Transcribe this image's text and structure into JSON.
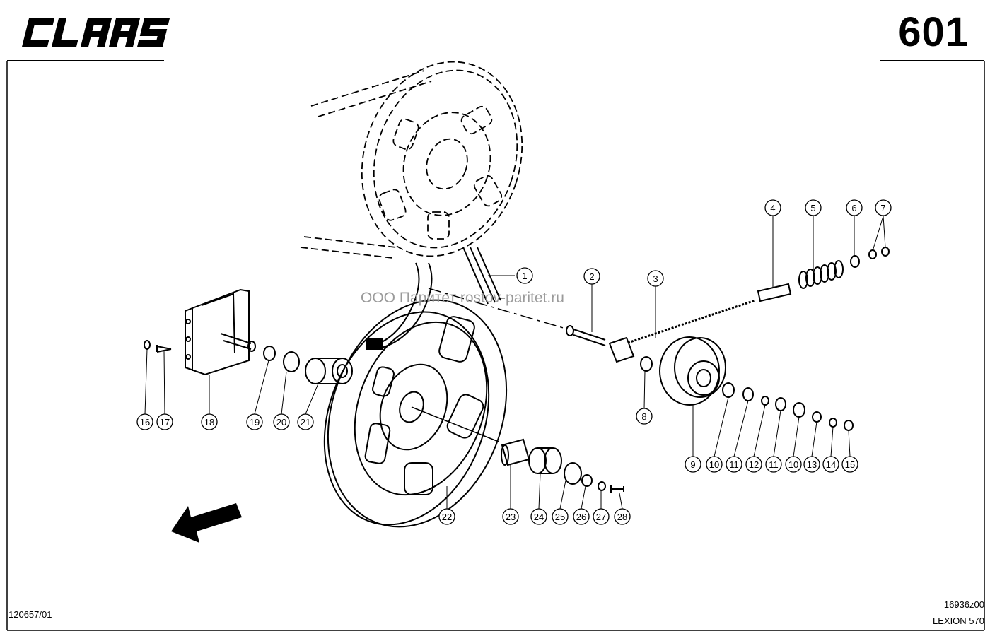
{
  "header": {
    "brand": "CLAAS",
    "page_number": "601"
  },
  "footer": {
    "drawing_ref": "120657/01",
    "figure_code": "16936z00",
    "model": "LEXION 570"
  },
  "watermark": "ООО Паритет rostov-paritet.ru",
  "callouts": [
    "1",
    "2",
    "3",
    "4",
    "5",
    "6",
    "7",
    "8",
    "9",
    "10",
    "11",
    "12",
    "11",
    "10",
    "13",
    "14",
    "15",
    "16",
    "17",
    "18",
    "19",
    "20",
    "21",
    "22",
    "23",
    "24",
    "25",
    "26",
    "27",
    "28"
  ],
  "colors": {
    "ink": "#000000",
    "watermark": "#9a9a9a",
    "paper": "#ffffff"
  },
  "icons": {
    "direction_arrow": "arrow-down-left-icon"
  }
}
